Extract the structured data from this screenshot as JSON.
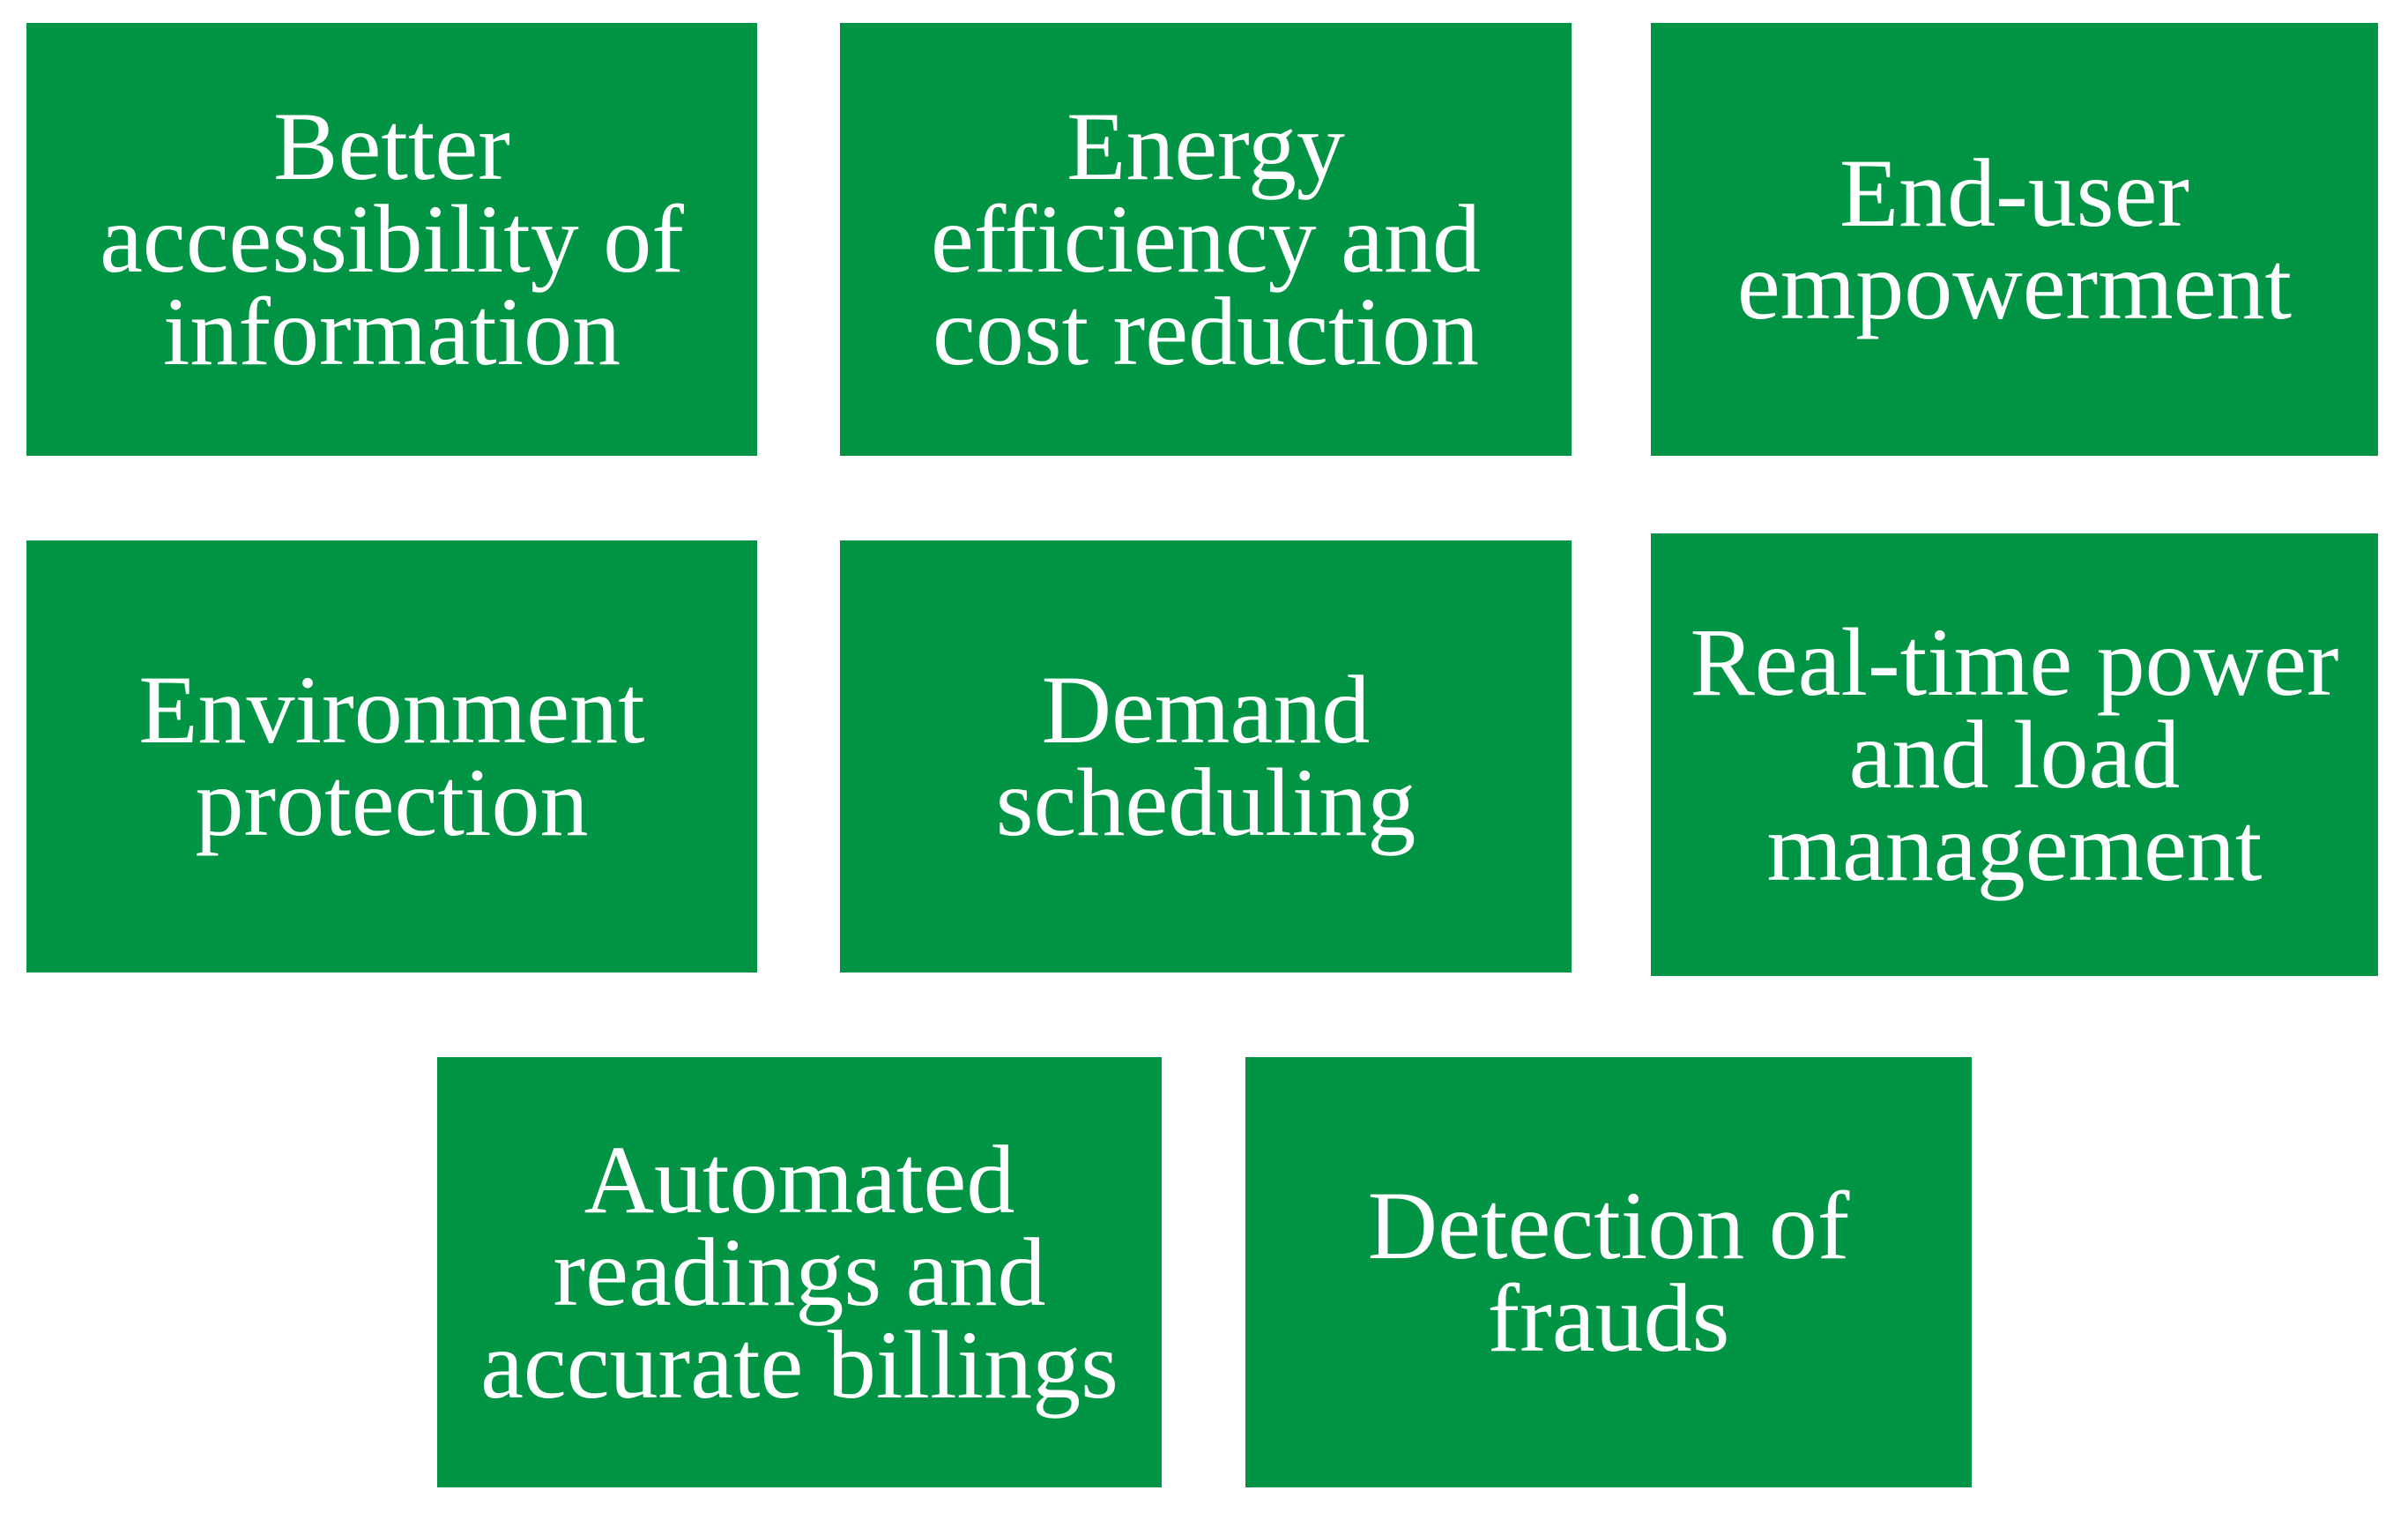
{
  "figure": {
    "description_free": "grid of green benefit boxes",
    "rows": 3
  },
  "colors": {
    "box_fill": "#009444",
    "box_text": "#ffffff",
    "page_background": "#ffffff"
  },
  "boxes": [
    {
      "id": "better-accessibility-of-information",
      "text": "Better accessibility of information",
      "lines": [
        "Better",
        "accessibility of",
        "information"
      ]
    },
    {
      "id": "energy-efficiency-and-cost-reduction",
      "text": "Energy efficiency and cost reduction",
      "lines": [
        "Energy",
        "efficiency and",
        "cost reduction"
      ]
    },
    {
      "id": "end-user-empowerment",
      "text": "End-user empowerment",
      "lines": [
        "End-user",
        "empowerment"
      ]
    },
    {
      "id": "environment-protection",
      "text": "Environment protection",
      "lines": [
        "Environment",
        "protection"
      ]
    },
    {
      "id": "demand-scheduling",
      "text": "Demand scheduling",
      "lines": [
        "Demand",
        "scheduling"
      ]
    },
    {
      "id": "real-time-power-and-load-management",
      "text": "Real-time power and load management",
      "lines": [
        "Real-time power",
        "and load",
        "management"
      ]
    },
    {
      "id": "automated-readings-and-accurate-billings",
      "text": "Automated readings and accurate billings",
      "lines": [
        "Automated",
        "readings and",
        "accurate billings"
      ]
    },
    {
      "id": "detection-of-frauds",
      "text": "Detection of frauds",
      "lines": [
        "Detection of",
        "frauds"
      ]
    }
  ]
}
